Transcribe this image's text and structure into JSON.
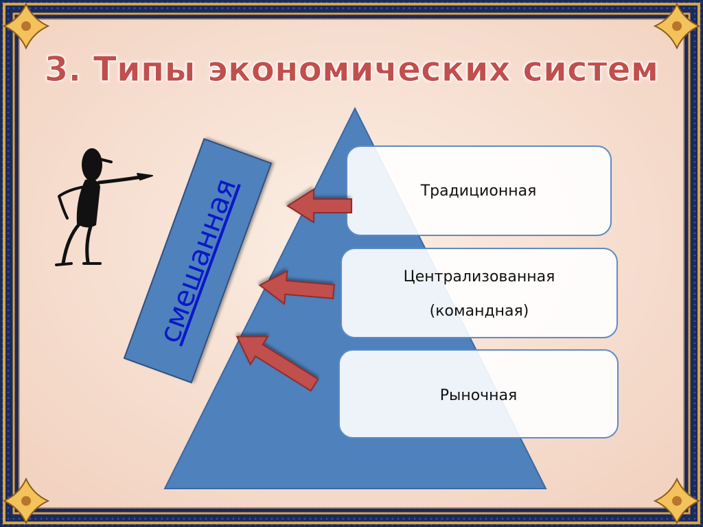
{
  "slide": {
    "title": "3. Типы экономических систем",
    "mixed_label": "смешанная",
    "boxes": [
      {
        "lines": [
          "Традиционная"
        ]
      },
      {
        "lines": [
          "Централизованная",
          "(командная)"
        ]
      },
      {
        "lines": [
          "Рыночная"
        ]
      }
    ]
  },
  "colors": {
    "frame": "#1b2a5c",
    "gold": "#d9a441",
    "page": "#f6dccd",
    "title": "#c0504d",
    "pyramid": "#4f81bd",
    "arrow": "#c0504d",
    "mixed_text": "#0b18c9"
  }
}
